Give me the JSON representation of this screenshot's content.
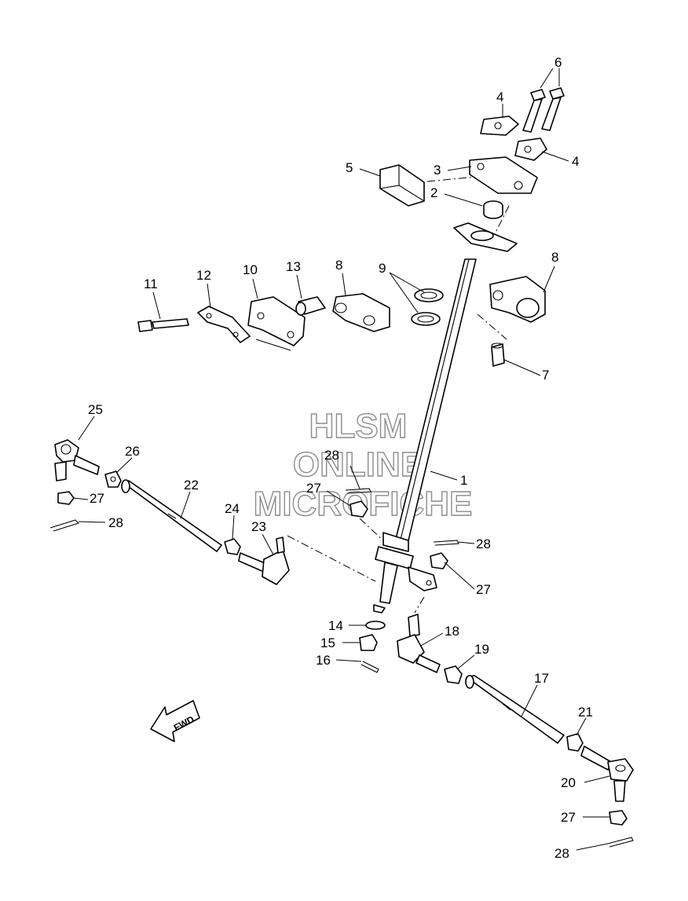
{
  "diagram": {
    "labels": {
      "p1": "1",
      "p2": "2",
      "p3": "3",
      "p4a": "4",
      "p4b": "4",
      "p5": "5",
      "p6": "6",
      "p7": "7",
      "p8a": "8",
      "p8b": "8",
      "p9": "9",
      "p10": "10",
      "p11": "11",
      "p12": "12",
      "p13": "13",
      "p14": "14",
      "p15": "15",
      "p16": "16",
      "p17": "17",
      "p18": "18",
      "p19": "19",
      "p20": "20",
      "p21": "21",
      "p22": "22",
      "p23": "23",
      "p24": "24",
      "p25": "25",
      "p26": "26",
      "p27a": "27",
      "p27b": "27",
      "p27c": "27",
      "p27d": "27",
      "p28a": "28",
      "p28b": "28",
      "p28c": "28",
      "p28d": "28"
    },
    "fwd_label": "FWD",
    "watermark": [
      "HLSM",
      "ONLINE",
      "MICROFICHE"
    ]
  },
  "colors": {
    "line": "#000000",
    "background": "#ffffff",
    "watermark_outline": "#8c8c8c"
  },
  "icons": {
    "fwd": "fwd-arrow-icon"
  }
}
